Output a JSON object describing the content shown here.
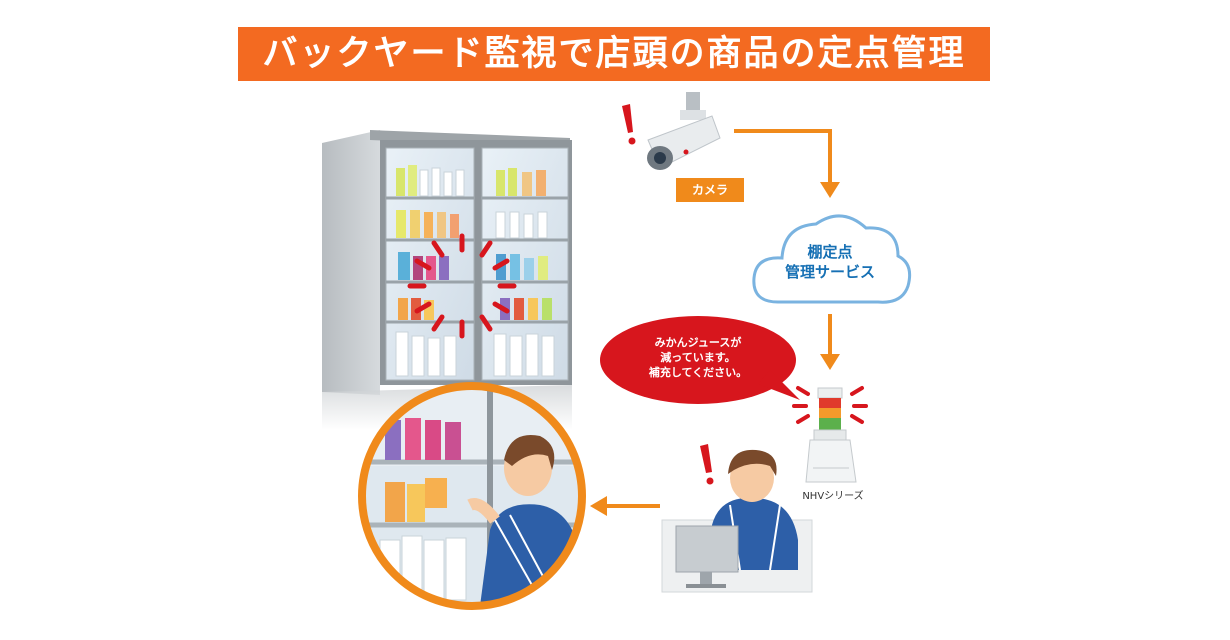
{
  "title": "バックヤード監視で店頭の商品の定点管理",
  "camera": {
    "label": "カメラ"
  },
  "cloud": {
    "line1": "棚定点",
    "line2": "管理サービス"
  },
  "speech_bubble": {
    "line1": "みかんジュースが",
    "line2": "減っています。",
    "line3": "補充してください。"
  },
  "signal_tower": {
    "label": "NHVシリーズ"
  },
  "colors": {
    "title_bg": "#f36a21",
    "arrow": "#f08a1b",
    "cloud_stroke": "#7ab3e0",
    "cloud_text": "#1670b4",
    "bubble": "#d7161d",
    "alert": "#d7161d"
  }
}
